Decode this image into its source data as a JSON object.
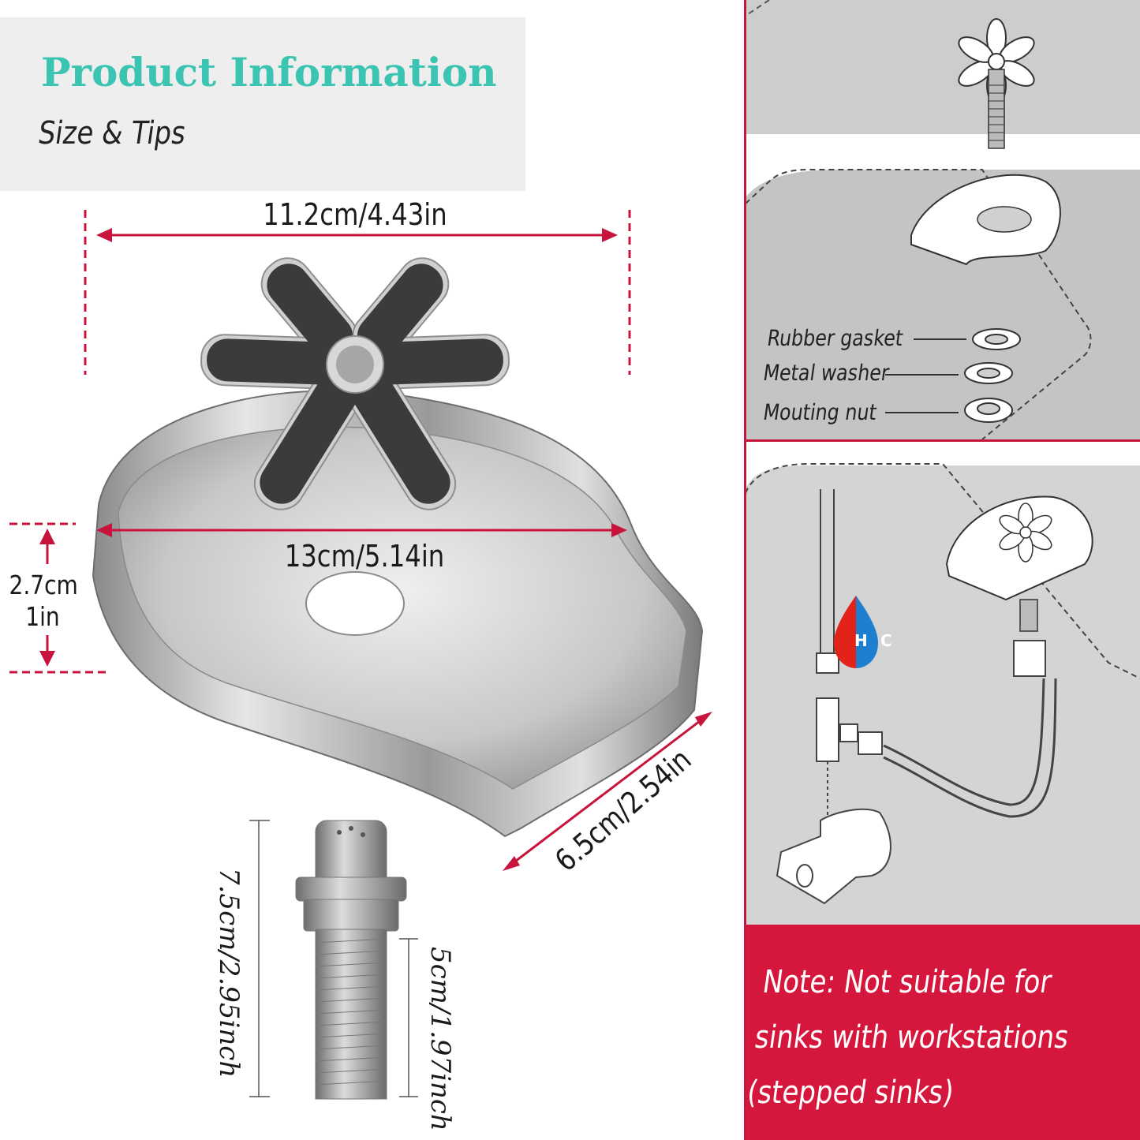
{
  "header": {
    "title": "Product Information",
    "subtitle": "Size & Tips"
  },
  "dimensions": {
    "top_width": "11.2cm/4.43in",
    "inner_diameter": "13cm/5.14in",
    "height_cm": "2.7cm",
    "height_in": "1in",
    "spout": "6.5cm/2.54in",
    "shaft_length": "7.5cm/2.95inch",
    "thread_length": "5cm/1.97inch"
  },
  "parts": {
    "rubber_gasket": "Rubber gasket",
    "metal_washer": "Metal washer",
    "mounting_nut": "Mouting nut"
  },
  "valve_badge": {
    "hot": "H",
    "cold": "C"
  },
  "note": "Note: Not suitable for sinks with workstations (stepped sinks)",
  "colors": {
    "accent_teal": "#3cc4b2",
    "accent_red": "#c8143c",
    "note_bg": "#d5173d"
  }
}
